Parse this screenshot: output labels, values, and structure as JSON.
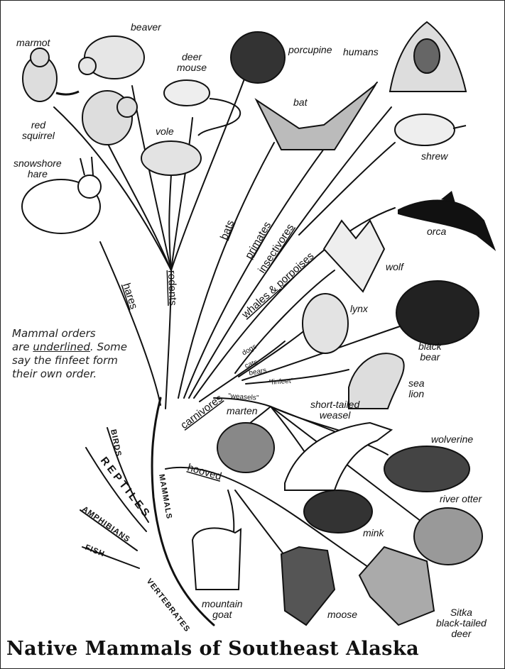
{
  "title": "Native Mammals of Southeast Alaska",
  "note": {
    "line1": "Mammal orders",
    "are": "are",
    "underlined": "underlined",
    "rest": ". Some say the finfeet form their own order."
  },
  "orders": {
    "hares": "hares",
    "rodents": "rodents",
    "bats": "bats",
    "primates": "primates",
    "insectivores": "insectivores",
    "whales": "whales & porpoises",
    "carnivores": "carnivores",
    "hooved": "hooved"
  },
  "subgroups": {
    "dogs": "dogs",
    "cats": "cats",
    "bears": "bears",
    "finfeet": "\"finfeet\"",
    "weasels": "\"weasels\""
  },
  "classes": {
    "birds": "BIRDS",
    "reptiles": "REPTILES",
    "mammals": "MAMMALS",
    "amphibians": "AMPHIBIANS",
    "fish": "FISH",
    "vertebrates": "VERTEBRATES"
  },
  "animals": {
    "marmot": "marmot",
    "beaver": "beaver",
    "deer_mouse": "deer\nmouse",
    "porcupine": "porcupine",
    "humans": "humans",
    "bat": "bat",
    "red_squirrel": "red\nsquirrel",
    "vole": "vole",
    "shrew": "shrew",
    "snowshore_hare": "snowshore\nhare",
    "orca": "orca",
    "wolf": "wolf",
    "lynx": "lynx",
    "black_bear": "black\nbear",
    "sea_lion": "sea\nlion",
    "short_tailed_weasel": "short-tailed\nweasel",
    "marten": "marten",
    "wolverine": "wolverine",
    "river_otter": "river otter",
    "mink": "mink",
    "mountain_goat": "mountain\ngoat",
    "moose": "moose",
    "sitka_deer": "Sitka\nblack-tailed\ndeer"
  }
}
